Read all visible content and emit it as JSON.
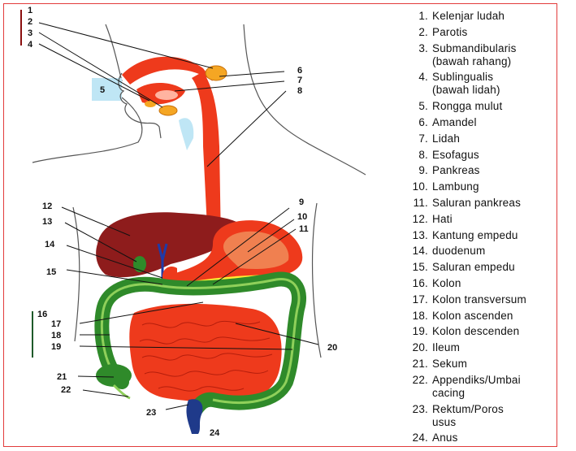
{
  "legend": [
    {
      "num": "1.",
      "text": "Kelenjar ludah"
    },
    {
      "num": "2.",
      "text": "Parotis"
    },
    {
      "num": "3.",
      "text": "Submandibularis\n(bawah rahang)"
    },
    {
      "num": "4.",
      "text": "Sublingualis\n(bawah lidah)"
    },
    {
      "num": "5.",
      "text": "Rongga mulut"
    },
    {
      "num": "6.",
      "text": "Amandel"
    },
    {
      "num": "7.",
      "text": "Lidah"
    },
    {
      "num": "8.",
      "text": "Esofagus"
    },
    {
      "num": "9.",
      "text": "Pankreas"
    },
    {
      "num": "10.",
      "text": "Lambung"
    },
    {
      "num": "11.",
      "text": "Saluran pankreas"
    },
    {
      "num": "12.",
      "text": "Hati"
    },
    {
      "num": "13.",
      "text": "Kantung empedu"
    },
    {
      "num": "14.",
      "text": "duodenum"
    },
    {
      "num": "15.",
      "text": "Saluran empedu"
    },
    {
      "num": "16.",
      "text": "Kolon"
    },
    {
      "num": "17.",
      "text": "Kolon transversum"
    },
    {
      "num": "18.",
      "text": "Kolon ascenden"
    },
    {
      "num": "19.",
      "text": "Kolon descenden"
    },
    {
      "num": "20.",
      "text": "Ileum"
    },
    {
      "num": "21.",
      "text": "Sekum"
    },
    {
      "num": "22.",
      "text": "Appendiks/Umbai\ncacing"
    },
    {
      "num": "23.",
      "text": "Rektum/Poros\nusus"
    },
    {
      "num": "24.",
      "text": "Anus"
    }
  ],
  "callouts": {
    "c1": "1",
    "c2": "2",
    "c3": "3",
    "c4": "4",
    "c5": "5",
    "c6": "6",
    "c7": "7",
    "c8": "8",
    "c9": "9",
    "c10": "10",
    "c11": "11",
    "c12": "12",
    "c13": "13",
    "c14": "14",
    "c15": "15",
    "c16": "16",
    "c17": "17",
    "c18": "18",
    "c19": "19",
    "c20": "20",
    "c21": "21",
    "c22": "22",
    "c23": "23",
    "c24": "24"
  },
  "colors": {
    "tract": "#ee3a1c",
    "liver": "#8e1c1c",
    "stomach": "#f08050",
    "colon": "#2f8a2a",
    "pancreas": "#ffee33",
    "gland": "#f5a623",
    "mouth_box": "#bfe6f5",
    "frame": "#e23b3b"
  }
}
